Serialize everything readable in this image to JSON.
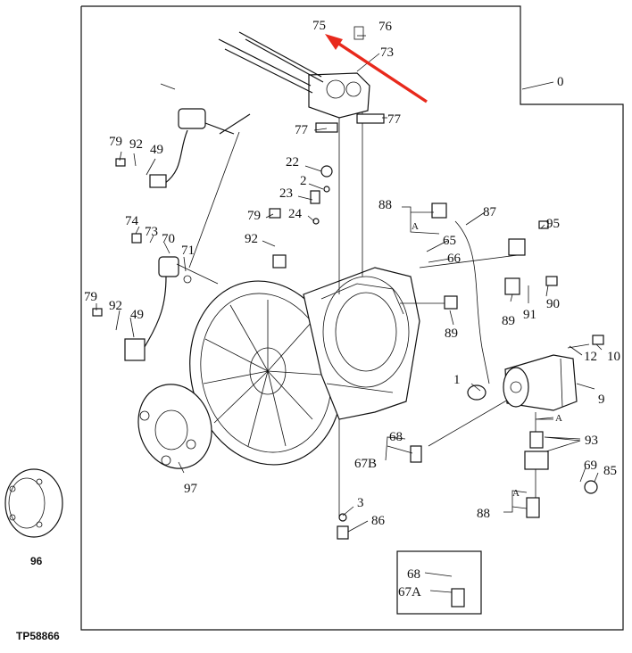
{
  "diagram_id": "TP58866",
  "letter_a": "A",
  "callouts": {
    "c0": "0",
    "c1": "1",
    "c2": "2",
    "c3": "3",
    "c9": "9",
    "c10": "10",
    "c12": "12",
    "c22": "22",
    "c23": "23",
    "c24": "24",
    "c49a": "49",
    "c49b": "49",
    "c65": "65",
    "c66": "66",
    "c67a": "67A",
    "c67b": "67B",
    "c68a": "68",
    "c68b": "68",
    "c69": "69",
    "c70": "70",
    "c71": "71",
    "c73a": "73",
    "c73b": "73",
    "c74": "74",
    "c75": "75",
    "c76": "76",
    "c77a": "77",
    "c77b": "77",
    "c79a": "79",
    "c79b": "79",
    "c79c": "79",
    "c85": "85",
    "c86": "86",
    "c87": "87",
    "c88a": "88",
    "c88b": "88",
    "c89a": "89",
    "c89b": "89",
    "c90": "90",
    "c91": "91",
    "c92a": "92",
    "c92b": "92",
    "c92c": "92",
    "c93": "93",
    "c95": "95",
    "c96": "96",
    "c97": "97"
  },
  "highlight_color": "#e8291c"
}
